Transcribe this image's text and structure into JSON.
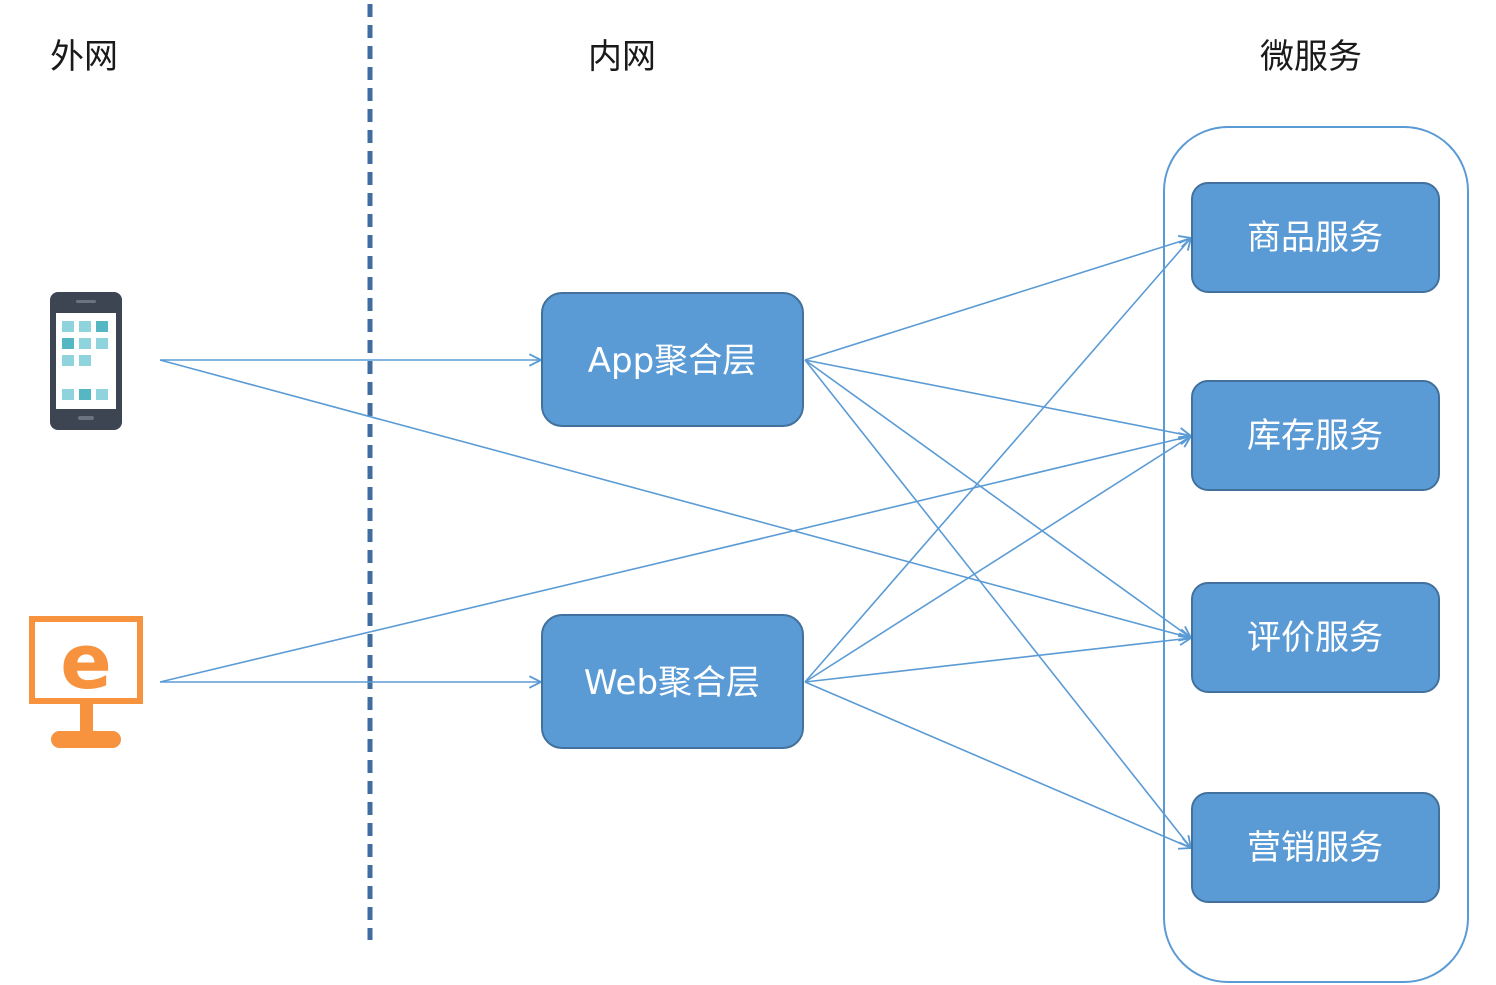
{
  "zones": {
    "external": "外网",
    "internal": "内网",
    "microservices": "微服务"
  },
  "clients": [
    {
      "id": "mobile",
      "icon": "mobile-phone-icon"
    },
    {
      "id": "web",
      "icon": "browser-ie-icon",
      "glyph": "e"
    }
  ],
  "aggregators": {
    "app": "App聚合层",
    "web": "Web聚合层"
  },
  "services": [
    "商品服务",
    "库存服务",
    "评价服务",
    "营销服务"
  ],
  "connections": [
    [
      "mobile",
      "app"
    ],
    [
      "mobile",
      "svc-2"
    ],
    [
      "web",
      "web"
    ],
    [
      "web",
      "svc-1"
    ],
    [
      "app",
      "svc-0"
    ],
    [
      "app",
      "svc-1"
    ],
    [
      "app",
      "svc-2"
    ],
    [
      "app",
      "svc-3"
    ],
    [
      "web",
      "svc-0"
    ],
    [
      "web",
      "svc-1"
    ],
    [
      "web",
      "svc-2"
    ],
    [
      "web",
      "svc-3"
    ]
  ],
  "colors": {
    "node_fill": "#5b9bd5",
    "node_stroke": "#41719c",
    "arrow": "#5b9bd5",
    "divider": "#3f6da0",
    "container": "#5b9bd5",
    "web_icon": "#f7923f",
    "phone_body": "#3d4553"
  }
}
